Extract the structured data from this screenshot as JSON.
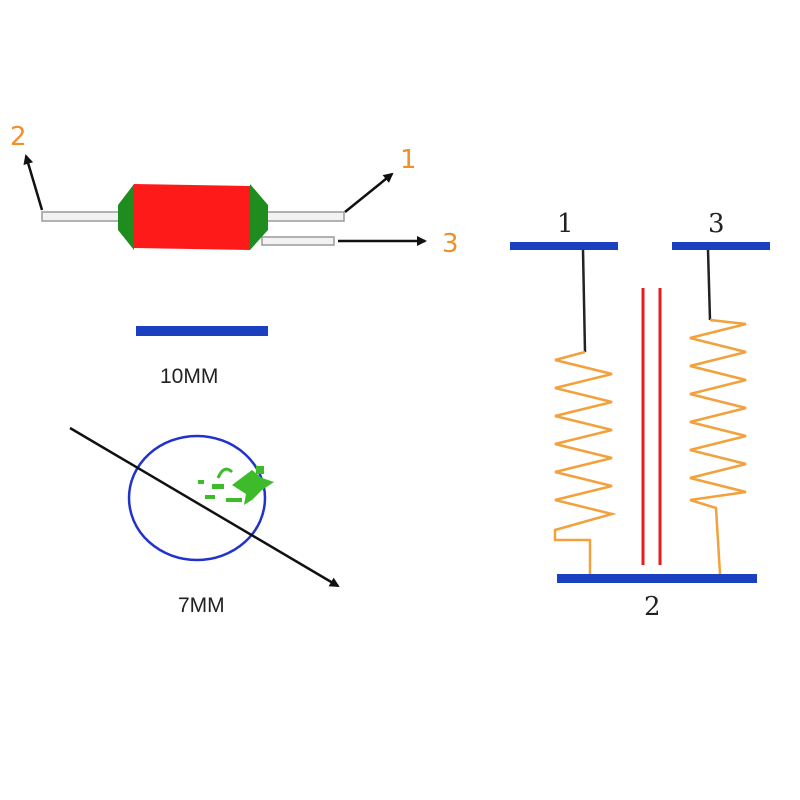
{
  "component": {
    "pin_labels": {
      "left": "2",
      "right_top": "1",
      "right_bottom": "3"
    },
    "length_label": "10MM",
    "end_view_label": "7MM",
    "body_color": "#ff1a1a",
    "cap_color": "#1e8c1e",
    "label_color": "#f0902a"
  },
  "schematic": {
    "terminal_labels": {
      "top_left": "1",
      "top_right": "3",
      "bottom": "2"
    },
    "bar_color": "#1a3fbf",
    "coil_color": "#f2a13c",
    "core_color": "#e81c1c"
  }
}
